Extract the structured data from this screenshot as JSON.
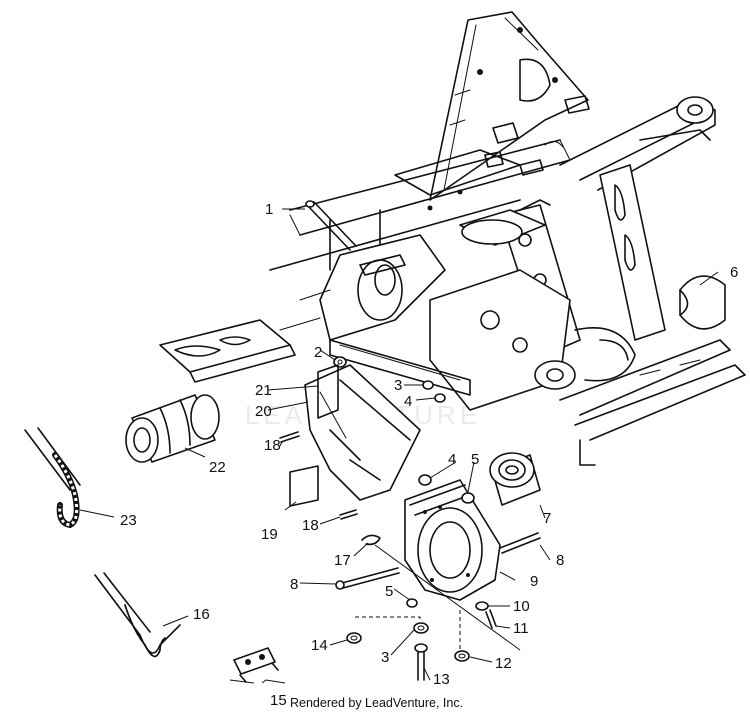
{
  "watermark": "LEADVENTURE",
  "footer": "Rendered by LeadVenture, Inc.",
  "callouts": [
    {
      "id": "c1",
      "label": "1"
    },
    {
      "id": "c2",
      "label": "2"
    },
    {
      "id": "c3a",
      "label": "3"
    },
    {
      "id": "c3b",
      "label": "3"
    },
    {
      "id": "c4a",
      "label": "4"
    },
    {
      "id": "c4b",
      "label": "4"
    },
    {
      "id": "c5a",
      "label": "5"
    },
    {
      "id": "c5b",
      "label": "5"
    },
    {
      "id": "c6",
      "label": "6"
    },
    {
      "id": "c7",
      "label": "7"
    },
    {
      "id": "c8a",
      "label": "8"
    },
    {
      "id": "c8b",
      "label": "8"
    },
    {
      "id": "c9",
      "label": "9"
    },
    {
      "id": "c10",
      "label": "10"
    },
    {
      "id": "c11",
      "label": "11"
    },
    {
      "id": "c12",
      "label": "12"
    },
    {
      "id": "c13",
      "label": "13"
    },
    {
      "id": "c14",
      "label": "14"
    },
    {
      "id": "c15",
      "label": "15"
    },
    {
      "id": "c16",
      "label": "16"
    },
    {
      "id": "c17",
      "label": "17"
    },
    {
      "id": "c18a",
      "label": "18"
    },
    {
      "id": "c18b",
      "label": "18"
    },
    {
      "id": "c19",
      "label": "19"
    },
    {
      "id": "c20",
      "label": "20"
    },
    {
      "id": "c21",
      "label": "21"
    },
    {
      "id": "c22",
      "label": "22"
    },
    {
      "id": "c23",
      "label": "23"
    }
  ]
}
